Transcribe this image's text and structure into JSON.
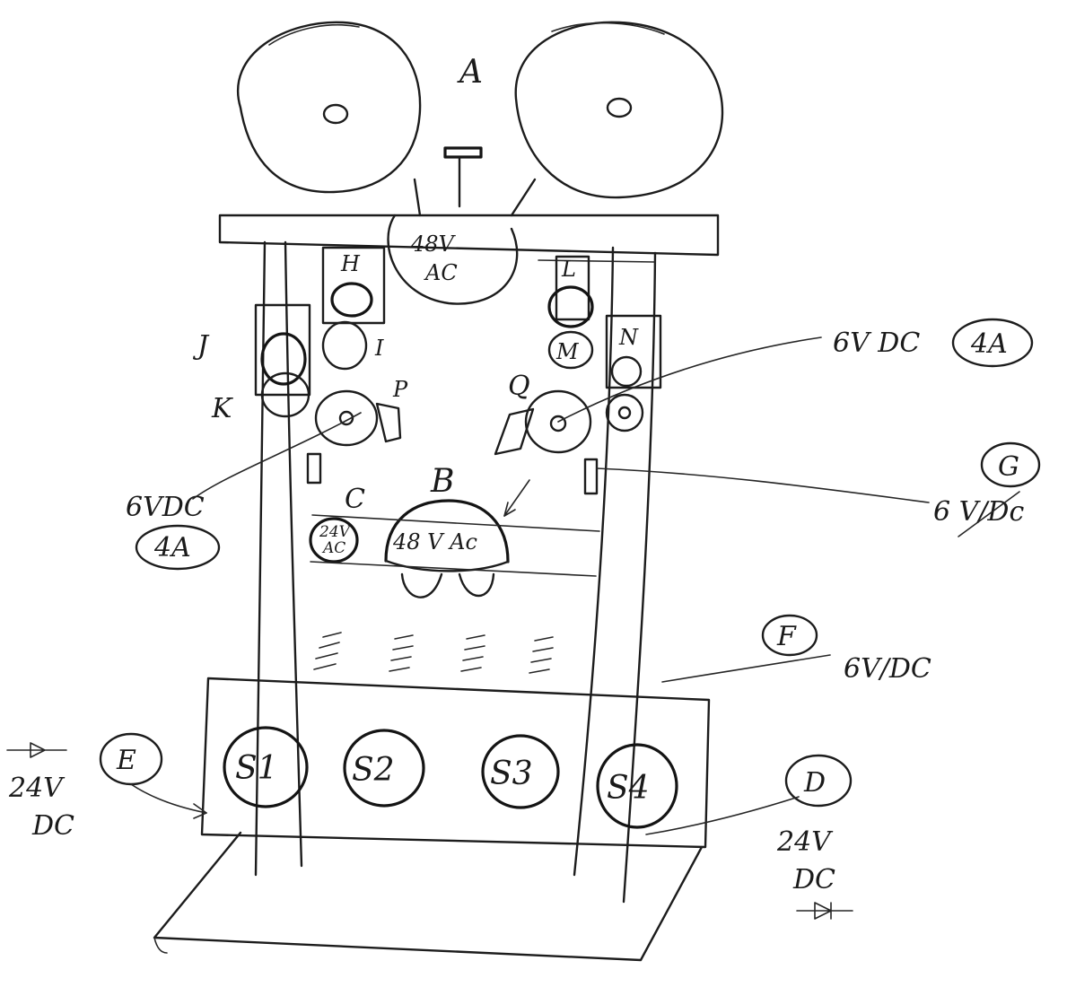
{
  "labels": {
    "A": "A",
    "B": "B",
    "C": "C",
    "D": "D",
    "E": "E",
    "F": "F",
    "G": "G",
    "H": "H",
    "I": "I",
    "J": "J",
    "K": "K",
    "L": "L",
    "M": "M",
    "N": "N",
    "P": "P",
    "Q": "Q"
  },
  "voltages": {
    "top_bar": [
      "48V",
      "AC"
    ],
    "motor_b": "48 V Ac",
    "motor_c": [
      "24V",
      "AC"
    ],
    "left_supply": "6VDC",
    "left_current": "4A",
    "right_supply": "6V DC",
    "right_current": "4A",
    "g_supply": "6 V/Dc",
    "f_supply": "6V/DC",
    "e_supply": [
      "24V",
      "DC"
    ],
    "d_supply": [
      "24V",
      "DC"
    ]
  },
  "switches": [
    "S1",
    "S2",
    "S3",
    "S4"
  ]
}
